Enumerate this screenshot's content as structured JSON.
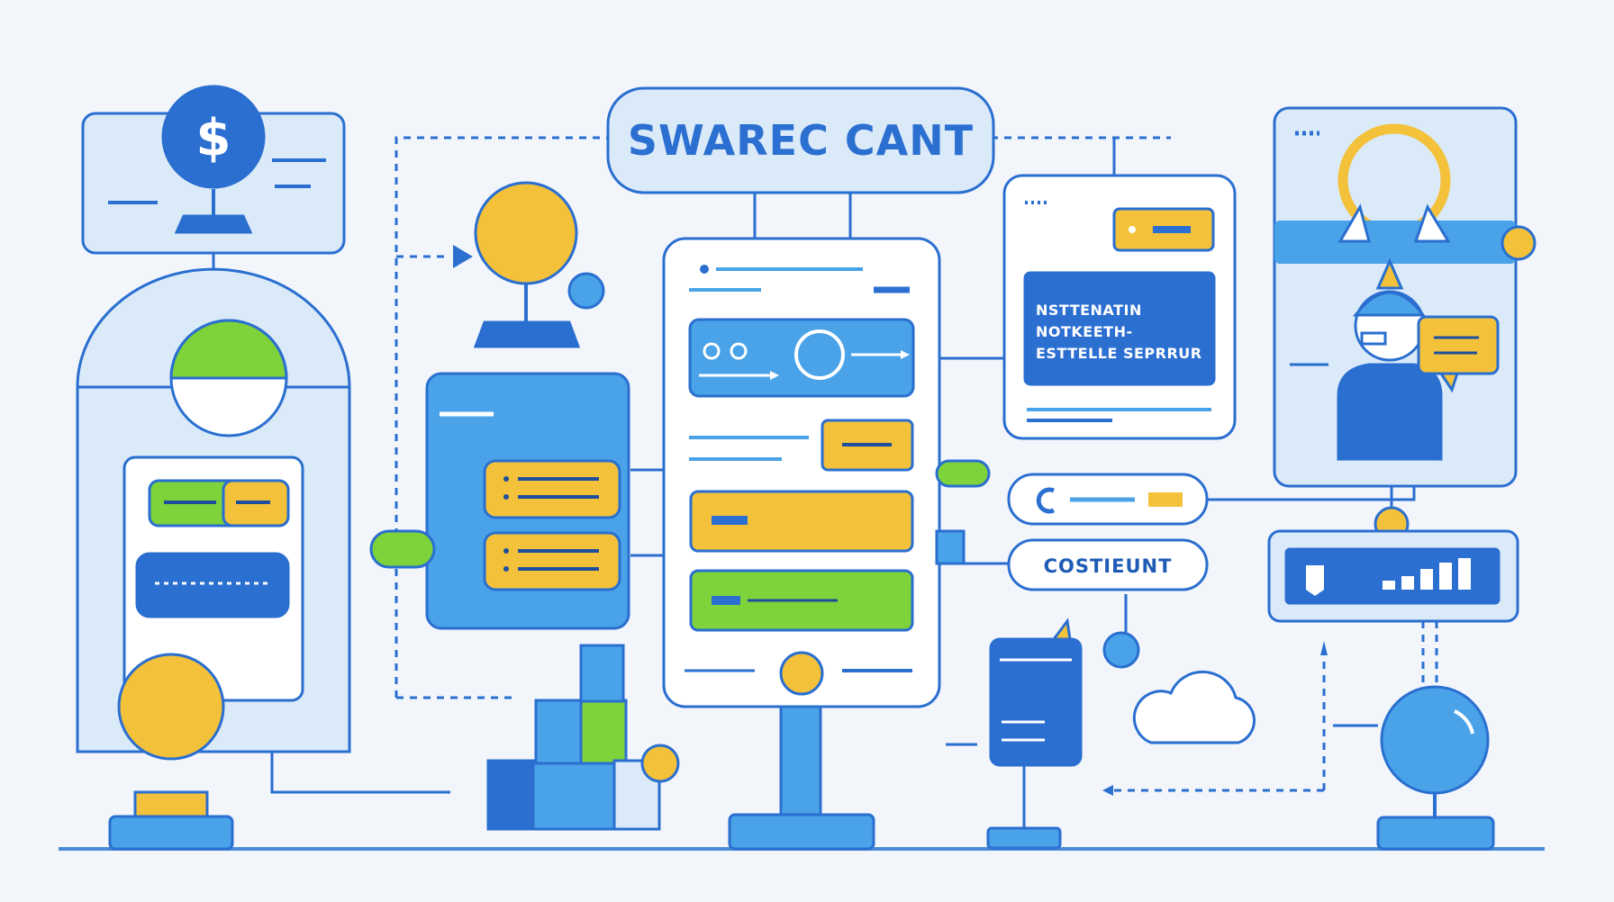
{
  "title": "SWAREC CANT",
  "info_panel": {
    "lines": [
      "NSTTENATIN",
      "NOTKEETH-",
      "ESTTELLE SEPRRUR"
    ]
  },
  "pill_label": "COSTIEUNT",
  "colors": {
    "background": "#f2f6fb",
    "primary_blue": "#2b6fd1",
    "light_blue": "#4aa3e8",
    "pale_blue": "#dbeaf8",
    "yellow": "#f3c13a",
    "green": "#7ed23a",
    "outline": "#2a6fd0"
  },
  "icons": [
    "dollar-icon",
    "cloud-icon",
    "person-icon",
    "globe-icon",
    "chat-bubble-icon",
    "play-triangle-icon",
    "bar-signal-icon"
  ]
}
